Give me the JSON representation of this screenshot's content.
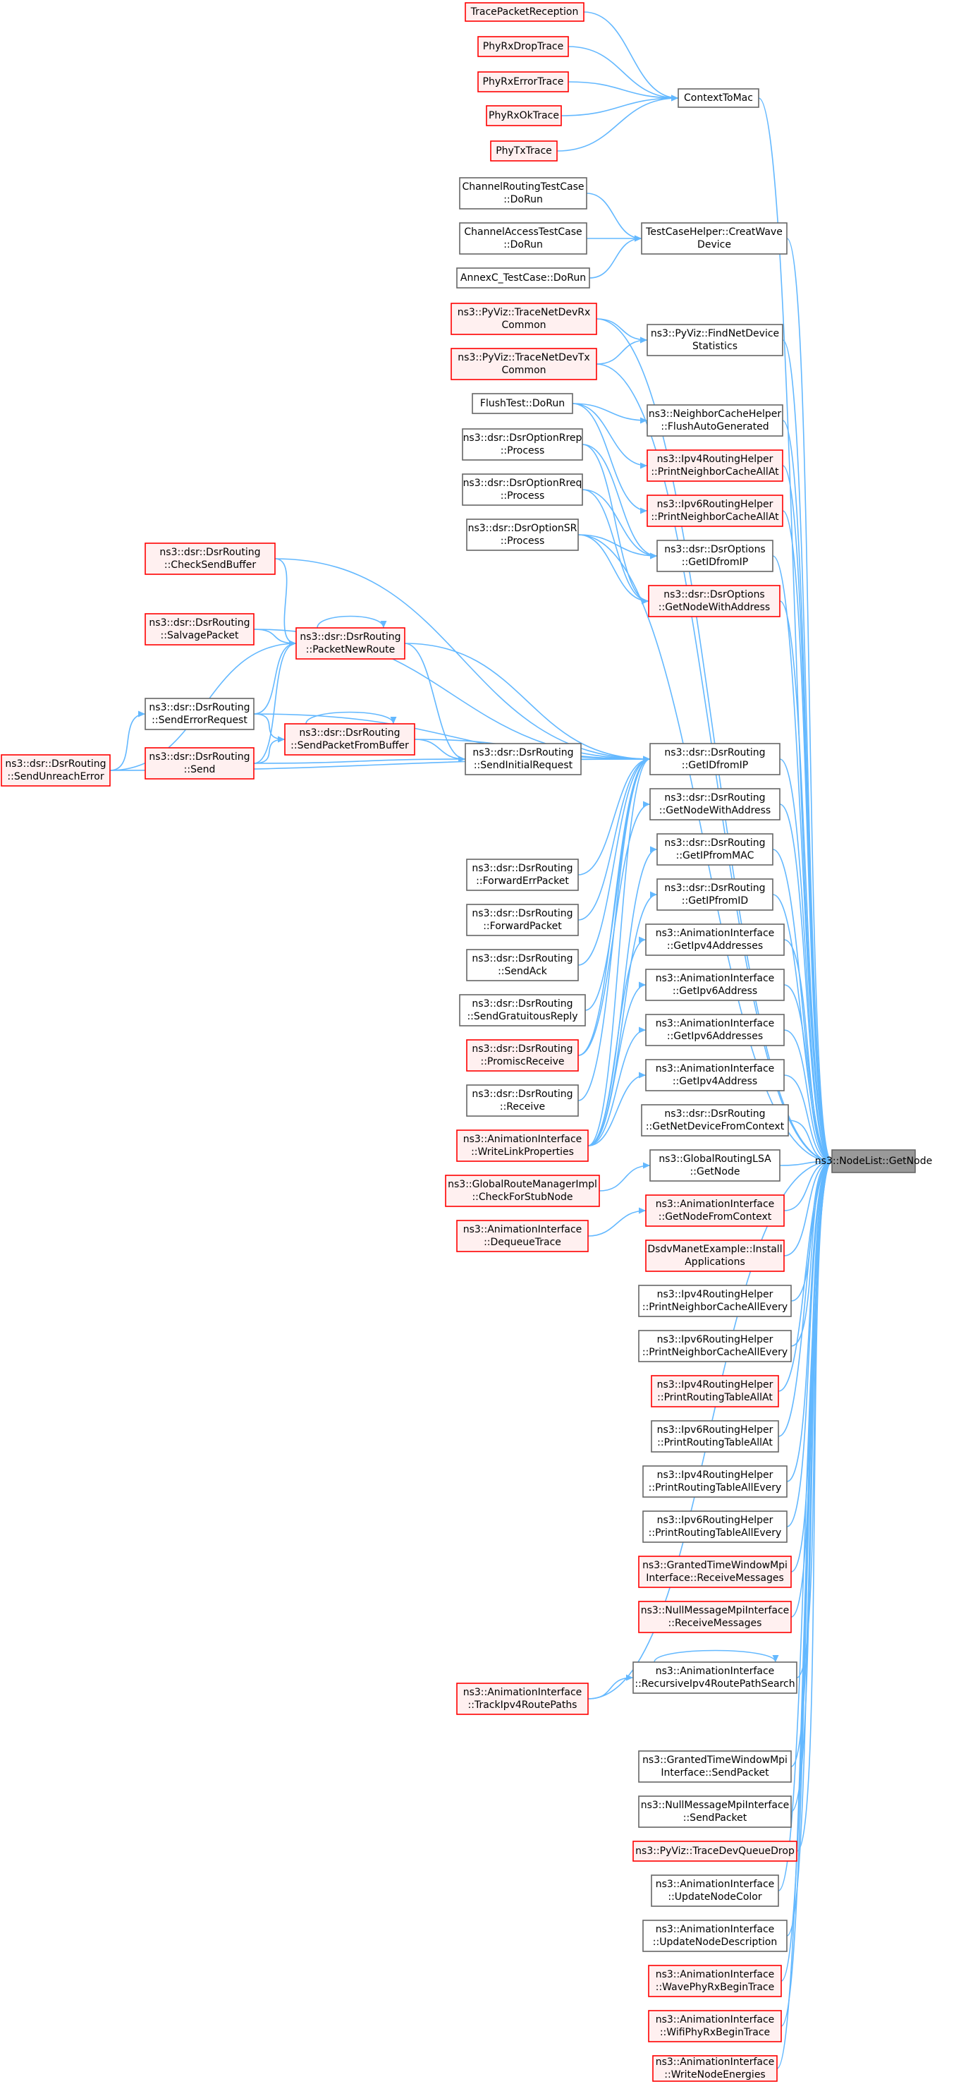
{
  "colors": {
    "edge": "#63b8ff",
    "border_normal": "#666666",
    "border_red": "#ff0000",
    "fill_normal": "#ffffff",
    "fill_red": "#fff0f0",
    "fill_target": "#999999"
  },
  "nodes": [
    {
      "id": "n0",
      "lines": [
        "ns3::NodeList::GetNode"
      ],
      "style": "target"
    },
    {
      "id": "n1",
      "lines": [
        "ContextToMac"
      ],
      "style": "normal"
    },
    {
      "id": "n2",
      "lines": [
        "TracePacketReception"
      ],
      "style": "red"
    },
    {
      "id": "n3",
      "lines": [
        "PhyRxDropTrace"
      ],
      "style": "red"
    },
    {
      "id": "n4",
      "lines": [
        "PhyRxErrorTrace"
      ],
      "style": "red"
    },
    {
      "id": "n5",
      "lines": [
        "PhyRxOkTrace"
      ],
      "style": "red"
    },
    {
      "id": "n6",
      "lines": [
        "PhyTxTrace"
      ],
      "style": "red"
    },
    {
      "id": "n7",
      "lines": [
        "TestCaseHelper::CreatWave",
        "Device"
      ],
      "style": "normal"
    },
    {
      "id": "n8",
      "lines": [
        "ChannelRoutingTestCase",
        "::DoRun"
      ],
      "style": "normal"
    },
    {
      "id": "n9",
      "lines": [
        "ChannelAccessTestCase",
        "::DoRun"
      ],
      "style": "normal"
    },
    {
      "id": "n10",
      "lines": [
        "AnnexC_TestCase::DoRun"
      ],
      "style": "normal"
    },
    {
      "id": "n11",
      "lines": [
        "ns3::PyViz::FindNetDevice",
        "Statistics"
      ],
      "style": "normal"
    },
    {
      "id": "n12",
      "lines": [
        "ns3::PyViz::TraceNetDevRx",
        "Common"
      ],
      "style": "red"
    },
    {
      "id": "n13",
      "lines": [
        "ns3::PyViz::TraceNetDevTx",
        "Common"
      ],
      "style": "red"
    },
    {
      "id": "n14",
      "lines": [
        "ns3::NeighborCacheHelper",
        "::FlushAutoGenerated"
      ],
      "style": "normal"
    },
    {
      "id": "n15",
      "lines": [
        "FlushTest::DoRun"
      ],
      "style": "normal"
    },
    {
      "id": "n16",
      "lines": [
        "ns3::Ipv4RoutingHelper",
        "::PrintNeighborCacheAllAt"
      ],
      "style": "red"
    },
    {
      "id": "n17",
      "lines": [
        "ns3::Ipv6RoutingHelper",
        "::PrintNeighborCacheAllAt"
      ],
      "style": "red"
    },
    {
      "id": "n18",
      "lines": [
        "ns3::dsr::DsrOptions",
        "::GetIDfromIP"
      ],
      "style": "normal"
    },
    {
      "id": "n19",
      "lines": [
        "ns3::dsr::DsrOptionRrep",
        "::Process"
      ],
      "style": "normal"
    },
    {
      "id": "n20",
      "lines": [
        "ns3::dsr::DsrOptionRreq",
        "::Process"
      ],
      "style": "normal"
    },
    {
      "id": "n21",
      "lines": [
        "ns3::dsr::DsrOptionSR",
        "::Process"
      ],
      "style": "normal"
    },
    {
      "id": "n22",
      "lines": [
        "ns3::dsr::DsrOptions",
        "::GetNodeWithAddress"
      ],
      "style": "red"
    },
    {
      "id": "n23",
      "lines": [
        "ns3::dsr::DsrRouting",
        "::GetIDfromIP"
      ],
      "style": "normal"
    },
    {
      "id": "n24",
      "lines": [
        "ns3::dsr::DsrRouting",
        "::CheckSendBuffer"
      ],
      "style": "red"
    },
    {
      "id": "n25",
      "lines": [
        "ns3::dsr::DsrRouting",
        "::PacketNewRoute"
      ],
      "style": "red"
    },
    {
      "id": "n26",
      "lines": [
        "ns3::dsr::DsrRouting",
        "::SalvagePacket"
      ],
      "style": "red"
    },
    {
      "id": "n27",
      "lines": [
        "ns3::dsr::DsrRouting",
        "::SendErrorRequest"
      ],
      "style": "normal"
    },
    {
      "id": "n28",
      "lines": [
        "ns3::dsr::DsrRouting",
        "::SendUnreachError"
      ],
      "style": "red"
    },
    {
      "id": "n29",
      "lines": [
        "ns3::dsr::DsrRouting",
        "::SendPacketFromBuffer"
      ],
      "style": "red"
    },
    {
      "id": "n30",
      "lines": [
        "ns3::dsr::DsrRouting",
        "::Send"
      ],
      "style": "red"
    },
    {
      "id": "n31",
      "lines": [
        "ns3::dsr::DsrRouting",
        "::SendInitialRequest"
      ],
      "style": "normal"
    },
    {
      "id": "n32",
      "lines": [
        "ns3::dsr::DsrRouting",
        "::GetNodeWithAddress"
      ],
      "style": "normal"
    },
    {
      "id": "n33",
      "lines": [
        "ns3::dsr::DsrRouting",
        "::GetIPfromMAC"
      ],
      "style": "normal"
    },
    {
      "id": "n34",
      "lines": [
        "ns3::dsr::DsrRouting",
        "::GetIPfromID"
      ],
      "style": "normal"
    },
    {
      "id": "n35",
      "lines": [
        "ns3::dsr::DsrRouting",
        "::ForwardErrPacket"
      ],
      "style": "normal"
    },
    {
      "id": "n36",
      "lines": [
        "ns3::dsr::DsrRouting",
        "::ForwardPacket"
      ],
      "style": "normal"
    },
    {
      "id": "n37",
      "lines": [
        "ns3::dsr::DsrRouting",
        "::SendAck"
      ],
      "style": "normal"
    },
    {
      "id": "n38",
      "lines": [
        "ns3::dsr::DsrRouting",
        "::SendGratuitousReply"
      ],
      "style": "normal"
    },
    {
      "id": "n39",
      "lines": [
        "ns3::dsr::DsrRouting",
        "::PromiscReceive"
      ],
      "style": "red"
    },
    {
      "id": "n40",
      "lines": [
        "ns3::dsr::DsrRouting",
        "::Receive"
      ],
      "style": "normal"
    },
    {
      "id": "n41",
      "lines": [
        "ns3::AnimationInterface",
        "::WriteLinkProperties"
      ],
      "style": "red"
    },
    {
      "id": "n42",
      "lines": [
        "ns3::AnimationInterface",
        "::GetIpv4Addresses"
      ],
      "style": "normal"
    },
    {
      "id": "n43",
      "lines": [
        "ns3::AnimationInterface",
        "::GetIpv6Address"
      ],
      "style": "normal"
    },
    {
      "id": "n44",
      "lines": [
        "ns3::AnimationInterface",
        "::GetIpv6Addresses"
      ],
      "style": "normal"
    },
    {
      "id": "n45",
      "lines": [
        "ns3::AnimationInterface",
        "::GetIpv4Address"
      ],
      "style": "normal"
    },
    {
      "id": "n46",
      "lines": [
        "ns3::dsr::DsrRouting",
        "::GetNetDeviceFromContext"
      ],
      "style": "normal"
    },
    {
      "id": "n47",
      "lines": [
        "ns3::GlobalRoutingLSA",
        "::GetNode"
      ],
      "style": "normal"
    },
    {
      "id": "n48",
      "lines": [
        "ns3::GlobalRouteManagerImpl",
        "::CheckForStubNode"
      ],
      "style": "red"
    },
    {
      "id": "n49",
      "lines": [
        "ns3::AnimationInterface",
        "::GetNodeFromContext"
      ],
      "style": "red"
    },
    {
      "id": "n50",
      "lines": [
        "ns3::AnimationInterface",
        "::DequeueTrace"
      ],
      "style": "red"
    },
    {
      "id": "n51",
      "lines": [
        "DsdvManetExample::Install",
        "Applications"
      ],
      "style": "red"
    },
    {
      "id": "n52",
      "lines": [
        "ns3::Ipv4RoutingHelper",
        "::PrintNeighborCacheAllEvery"
      ],
      "style": "normal"
    },
    {
      "id": "n53",
      "lines": [
        "ns3::Ipv6RoutingHelper",
        "::PrintNeighborCacheAllEvery"
      ],
      "style": "normal"
    },
    {
      "id": "n54",
      "lines": [
        "ns3::Ipv4RoutingHelper",
        "::PrintRoutingTableAllAt"
      ],
      "style": "red"
    },
    {
      "id": "n55",
      "lines": [
        "ns3::Ipv6RoutingHelper",
        "::PrintRoutingTableAllAt"
      ],
      "style": "normal"
    },
    {
      "id": "n56",
      "lines": [
        "ns3::Ipv4RoutingHelper",
        "::PrintRoutingTableAllEvery"
      ],
      "style": "normal"
    },
    {
      "id": "n57",
      "lines": [
        "ns3::Ipv6RoutingHelper",
        "::PrintRoutingTableAllEvery"
      ],
      "style": "normal"
    },
    {
      "id": "n58",
      "lines": [
        "ns3::GrantedTimeWindowMpi",
        "Interface::ReceiveMessages"
      ],
      "style": "red"
    },
    {
      "id": "n59",
      "lines": [
        "ns3::NullMessageMpiInterface",
        "::ReceiveMessages"
      ],
      "style": "red"
    },
    {
      "id": "n60",
      "lines": [
        "ns3::AnimationInterface",
        "::RecursiveIpv4RoutePathSearch"
      ],
      "style": "normal"
    },
    {
      "id": "n61",
      "lines": [
        "ns3::AnimationInterface",
        "::TrackIpv4RoutePaths"
      ],
      "style": "red"
    },
    {
      "id": "n62",
      "lines": [
        "ns3::GrantedTimeWindowMpi",
        "Interface::SendPacket"
      ],
      "style": "normal"
    },
    {
      "id": "n63",
      "lines": [
        "ns3::NullMessageMpiInterface",
        "::SendPacket"
      ],
      "style": "normal"
    },
    {
      "id": "n64",
      "lines": [
        "ns3::PyViz::TraceDevQueueDrop"
      ],
      "style": "red"
    },
    {
      "id": "n65",
      "lines": [
        "ns3::AnimationInterface",
        "::UpdateNodeColor"
      ],
      "style": "normal"
    },
    {
      "id": "n66",
      "lines": [
        "ns3::AnimationInterface",
        "::UpdateNodeDescription"
      ],
      "style": "normal"
    },
    {
      "id": "n67",
      "lines": [
        "ns3::AnimationInterface",
        "::WavePhyRxBeginTrace"
      ],
      "style": "red"
    },
    {
      "id": "n68",
      "lines": [
        "ns3::AnimationInterface",
        "::WifiPhyRxBeginTrace"
      ],
      "style": "red"
    },
    {
      "id": "n69",
      "lines": [
        "ns3::AnimationInterface",
        "::WriteNodeEnergies"
      ],
      "style": "red"
    }
  ],
  "edges": [
    [
      "n1",
      "n0"
    ],
    [
      "n7",
      "n0"
    ],
    [
      "n11",
      "n0"
    ],
    [
      "n14",
      "n0"
    ],
    [
      "n16",
      "n0"
    ],
    [
      "n17",
      "n0"
    ],
    [
      "n18",
      "n0"
    ],
    [
      "n22",
      "n0"
    ],
    [
      "n23",
      "n0"
    ],
    [
      "n32",
      "n0"
    ],
    [
      "n33",
      "n0"
    ],
    [
      "n34",
      "n0"
    ],
    [
      "n42",
      "n0"
    ],
    [
      "n43",
      "n0"
    ],
    [
      "n44",
      "n0"
    ],
    [
      "n45",
      "n0"
    ],
    [
      "n46",
      "n0"
    ],
    [
      "n47",
      "n0"
    ],
    [
      "n49",
      "n0"
    ],
    [
      "n51",
      "n0"
    ],
    [
      "n52",
      "n0"
    ],
    [
      "n53",
      "n0"
    ],
    [
      "n54",
      "n0"
    ],
    [
      "n55",
      "n0"
    ],
    [
      "n56",
      "n0"
    ],
    [
      "n57",
      "n0"
    ],
    [
      "n58",
      "n0"
    ],
    [
      "n59",
      "n0"
    ],
    [
      "n60",
      "n0"
    ],
    [
      "n62",
      "n0"
    ],
    [
      "n63",
      "n0"
    ],
    [
      "n64",
      "n0"
    ],
    [
      "n65",
      "n0"
    ],
    [
      "n66",
      "n0"
    ],
    [
      "n67",
      "n0"
    ],
    [
      "n68",
      "n0"
    ],
    [
      "n69",
      "n0"
    ],
    [
      "n12",
      "n0"
    ],
    [
      "n13",
      "n0"
    ],
    [
      "n21",
      "n0"
    ],
    [
      "n61",
      "n0"
    ],
    [
      "n2",
      "n1"
    ],
    [
      "n3",
      "n1"
    ],
    [
      "n4",
      "n1"
    ],
    [
      "n5",
      "n1"
    ],
    [
      "n6",
      "n1"
    ],
    [
      "n8",
      "n7"
    ],
    [
      "n9",
      "n7"
    ],
    [
      "n10",
      "n7"
    ],
    [
      "n12",
      "n11"
    ],
    [
      "n13",
      "n11"
    ],
    [
      "n15",
      "n14"
    ],
    [
      "n15",
      "n16"
    ],
    [
      "n15",
      "n17"
    ],
    [
      "n19",
      "n18"
    ],
    [
      "n20",
      "n18"
    ],
    [
      "n21",
      "n18"
    ],
    [
      "n19",
      "n22"
    ],
    [
      "n20",
      "n22"
    ],
    [
      "n21",
      "n22"
    ],
    [
      "n24",
      "n25"
    ],
    [
      "n26",
      "n25"
    ],
    [
      "n27",
      "n25"
    ],
    [
      "n28",
      "n25"
    ],
    [
      "n30",
      "n25"
    ],
    [
      "n25",
      "n25"
    ],
    [
      "n25",
      "n31"
    ],
    [
      "n29",
      "n29"
    ],
    [
      "n30",
      "n29"
    ],
    [
      "n27",
      "n29"
    ],
    [
      "n28",
      "n27"
    ],
    [
      "n29",
      "n31"
    ],
    [
      "n30",
      "n31"
    ],
    [
      "n25",
      "n23"
    ],
    [
      "n24",
      "n23"
    ],
    [
      "n26",
      "n23"
    ],
    [
      "n27",
      "n23"
    ],
    [
      "n28",
      "n23"
    ],
    [
      "n29",
      "n23"
    ],
    [
      "n31",
      "n23"
    ],
    [
      "n35",
      "n23"
    ],
    [
      "n36",
      "n23"
    ],
    [
      "n37",
      "n23"
    ],
    [
      "n38",
      "n23"
    ],
    [
      "n39",
      "n23"
    ],
    [
      "n40",
      "n23"
    ],
    [
      "n41",
      "n23"
    ],
    [
      "n39",
      "n32"
    ],
    [
      "n41",
      "n33"
    ],
    [
      "n41",
      "n34"
    ],
    [
      "n41",
      "n42"
    ],
    [
      "n41",
      "n43"
    ],
    [
      "n41",
      "n44"
    ],
    [
      "n41",
      "n45"
    ],
    [
      "n48",
      "n47"
    ],
    [
      "n50",
      "n49"
    ],
    [
      "n61",
      "n60"
    ],
    [
      "n60",
      "n60"
    ]
  ]
}
